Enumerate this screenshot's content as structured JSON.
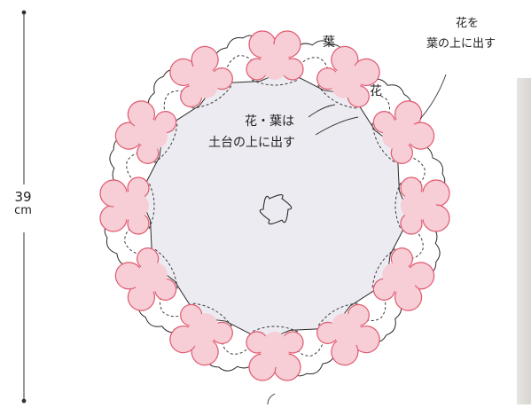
{
  "labels": {
    "leaf": "葉",
    "flower": "花",
    "flower_leaf_line1": "花・葉は",
    "flower_leaf_line2": "土台の上に出す",
    "flower_over_leaf_line1": "花を",
    "flower_over_leaf_line2": "葉の上に出す"
  },
  "dimension": {
    "value": "39",
    "unit": "cm"
  },
  "colors": {
    "base_fill": "#ebebf1",
    "petal_fill": "#f7cdd6",
    "petal_stroke": "#e0596e",
    "outline": "#2a2a2a",
    "stitch": "#3a3a3a"
  }
}
